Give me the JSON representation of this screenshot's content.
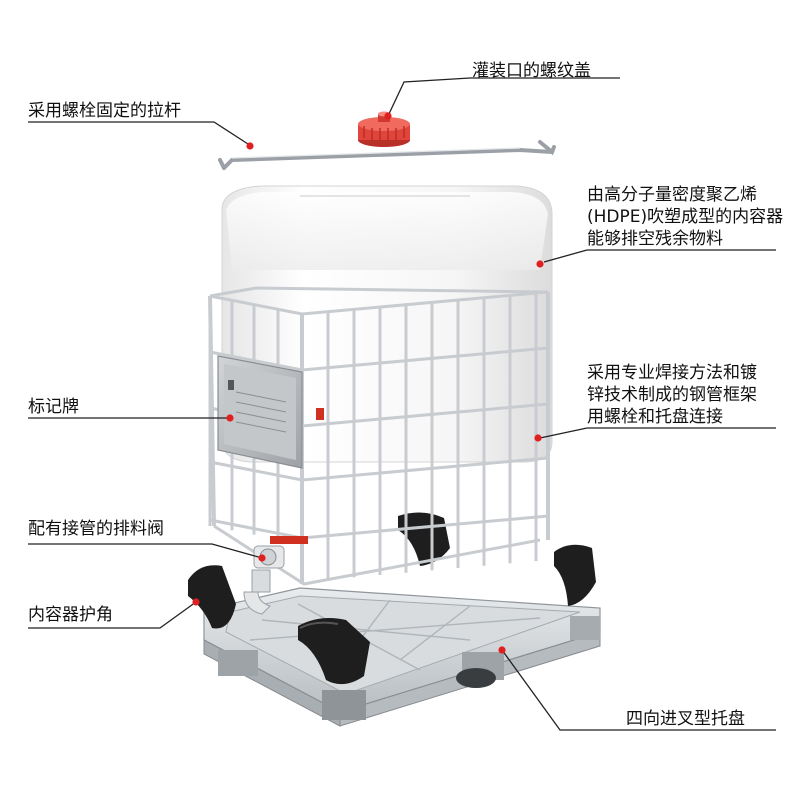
{
  "colors": {
    "leader_line": "#222222",
    "dot": "#e02020",
    "tank_white": "#f4f4f4",
    "cage_steel": "#c8ccd0",
    "pallet_steel": "#cfd3d6",
    "cap_red": "#e0443a",
    "corner_black": "#1e1e1e",
    "valve_red": "#d03020"
  },
  "labels": {
    "screw_cap": "灌装口的螺纹盖",
    "bolt_rod": "采用螺栓固定的拉杆",
    "inner_container": "由高分子量密度聚乙烯\n(HDPE)吹塑成型的内容器\n能够排空残余物料",
    "name_plate": "标记牌",
    "steel_frame": "采用专业焊接方法和镀\n锌技术制成的钢管框架\n用螺栓和托盘连接",
    "discharge_valve": "配有接管的排料阀",
    "corner_guard": "内容器护角",
    "pallet": "四向进叉型托盘"
  },
  "icons": [
    "screw-cap-icon",
    "ibc-tank-illustration",
    "valve-icon",
    "corner-guard-icon",
    "pallet-icon"
  ]
}
